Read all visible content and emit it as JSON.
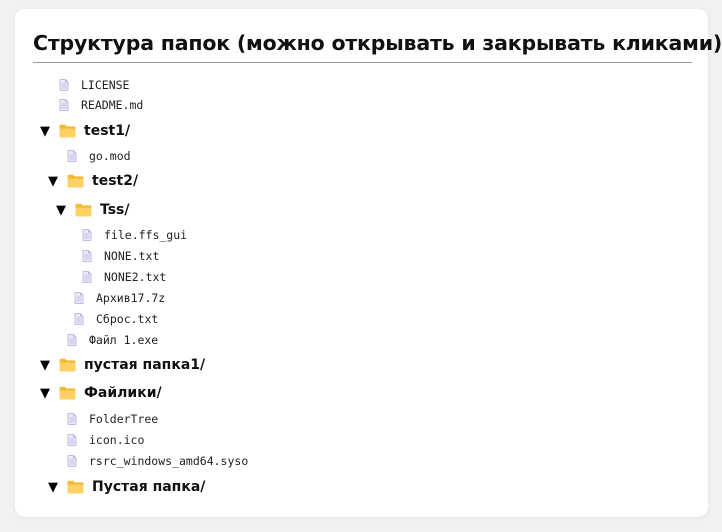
{
  "page": {
    "title": "Структура папок (можно открывать и закрывать кликами)"
  },
  "colors": {
    "background": "#f1f1f4",
    "card": "#ffffff",
    "folder": "#f7c94b",
    "file_icon": "#c9c3e6"
  },
  "toggle_symbol": "▼",
  "tree": {
    "license": "LICENSE",
    "readme": "README.md",
    "test1": {
      "name": "test1/",
      "go_mod": "go.mod",
      "test2": {
        "name": "test2/",
        "tss": {
          "name": "Tss/",
          "file_ffs_gui": "file.ffs_gui",
          "none_txt": "NONE.txt",
          "none2_txt": "NONE2.txt"
        },
        "archive": "Архив17.7z",
        "reset": "Сброс.txt"
      },
      "file1_exe": "Файл 1.exe"
    },
    "empty_folder1": {
      "name": "пустая папка1/"
    },
    "files": {
      "name": "Файлики/",
      "folder_tree": "FolderTree",
      "icon_ico": "icon.ico",
      "rsrc": "rsrc_windows_amd64.syso",
      "empty_folder": {
        "name": "Пустая папка/"
      }
    }
  }
}
